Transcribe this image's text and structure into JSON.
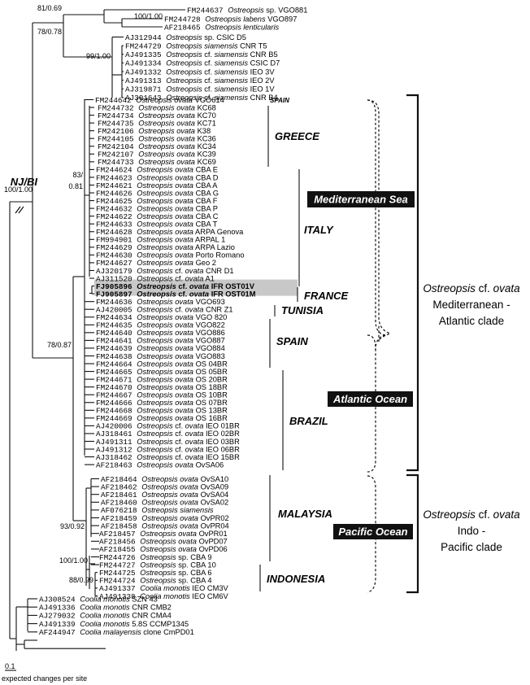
{
  "root_label": "NJ/BI",
  "supports": [
    {
      "id": "s1",
      "text": "81/0.69"
    },
    {
      "id": "s2",
      "text": "100/1.00"
    },
    {
      "id": "s3",
      "text": "78/0.78"
    },
    {
      "id": "s4",
      "text": "99/1.00"
    },
    {
      "id": "s5a",
      "text": "83/"
    },
    {
      "id": "s5b",
      "text": "0.81"
    },
    {
      "id": "s6",
      "text": "100/1.00"
    },
    {
      "id": "s7",
      "text": "78/0.87"
    },
    {
      "id": "s8",
      "text": "93/0.92"
    },
    {
      "id": "s9",
      "text": "100/1.00"
    },
    {
      "id": "s10",
      "text": "88/0.99"
    }
  ],
  "leaves": [
    {
      "acc": "FM244637",
      "sp": "Ostreopsis",
      "rest": " sp. VGO881"
    },
    {
      "acc": "FM244728",
      "sp": "Ostreopsis labens",
      "rest": " VGO897"
    },
    {
      "acc": "AF218465",
      "sp": "Ostreopsis lenticularis",
      "rest": ""
    },
    {
      "acc": "AJ312944",
      "sp": "Ostreopsis",
      "rest": " sp. CSIC D5"
    },
    {
      "acc": "FM244729",
      "sp": "Ostreopsis siamensis",
      "rest": " CNR T5"
    },
    {
      "acc": "AJ491335",
      "sp": "Ostreopsis",
      "rest": " cf. ",
      "sp2": "siamensis",
      "rest2": " CNR B5"
    },
    {
      "acc": "AJ491334",
      "sp": "Ostreopsis",
      "rest": " cf. ",
      "sp2": "siamensis",
      "rest2": " CSIC D7"
    },
    {
      "acc": "AJ491332",
      "sp": "Ostreopsis",
      "rest": " cf. ",
      "sp2": "siamensis",
      "rest2": " IEO 3V"
    },
    {
      "acc": "AJ491313",
      "sp": "Ostreopsis",
      "rest": " cf. ",
      "sp2": "siamensis",
      "rest2": " IEO 2V"
    },
    {
      "acc": "AJ319871",
      "sp": "Ostreopsis",
      "rest": " cf. ",
      "sp2": "siamensis",
      "rest2": " IEO 1V"
    },
    {
      "acc": "AJ301643",
      "sp": "Ostreopsis",
      "rest": " cf. ",
      "sp2": "siamensis",
      "rest2": " CNR B4"
    },
    {
      "acc": "FM244642",
      "sp": "Ostreopsis ovata",
      "rest": " VGO614"
    },
    {
      "acc": "FM244732",
      "sp": "Ostreopsis ovata",
      "rest": " KC68"
    },
    {
      "acc": "FM244734",
      "sp": "Ostreopsis ovata",
      "rest": " KC70"
    },
    {
      "acc": "FM244735",
      "sp": "Ostreopsis ovata",
      "rest": " KC71"
    },
    {
      "acc": "FM242106",
      "sp": "Ostreopsis ovata",
      "rest": " K38"
    },
    {
      "acc": "FM244105",
      "sp": "Ostreopsis ovata",
      "rest": " KC36"
    },
    {
      "acc": "FM242104",
      "sp": "Ostreopsis ovata",
      "rest": " KC34"
    },
    {
      "acc": "FM242107",
      "sp": "Ostreopsis ovata",
      "rest": " KC39"
    },
    {
      "acc": "FM244733",
      "sp": "Ostreopsis ovata",
      "rest": " KC69"
    },
    {
      "acc": "FM244624",
      "sp": "Ostreopsis ovata",
      "rest": " CBA E"
    },
    {
      "acc": "FM244623",
      "sp": "Ostreopsis ovata",
      "rest": " CBA D"
    },
    {
      "acc": "FM244621",
      "sp": "Ostreopsis ovata",
      "rest": " CBA A"
    },
    {
      "acc": "FM244626",
      "sp": "Ostreopsis ovata",
      "rest": " CBA G"
    },
    {
      "acc": "FM244625",
      "sp": "Ostreopsis ovata",
      "rest": " CBA F"
    },
    {
      "acc": "FM244632",
      "sp": "Ostreopsis ovata",
      "rest": " CBA P"
    },
    {
      "acc": "FM244622",
      "sp": "Ostreopsis ovata",
      "rest": " CBA C"
    },
    {
      "acc": "FM244633",
      "sp": "Ostreopsis ovata",
      "rest": " CBA T"
    },
    {
      "acc": "FM244628",
      "sp": "Ostreopsis ovata",
      "rest": " ARPA Genova"
    },
    {
      "acc": "FM994901",
      "sp": "Ostreopsis ovata",
      "rest": " ARPAL 1"
    },
    {
      "acc": "FM244629",
      "sp": "Ostreopsis ovata",
      "rest": " ARPA Lazio"
    },
    {
      "acc": "FM244630",
      "sp": "Ostreopsis ovata",
      "rest": " Porto Romano"
    },
    {
      "acc": "FM244627",
      "sp": "Ostreopsis ovata",
      "rest": " Geo 2"
    },
    {
      "acc": "AJ320179",
      "sp": "Ostreopsis",
      "rest": " cf. ",
      "sp2": "ovata",
      "rest2": " CNR D1"
    },
    {
      "acc": "AJ311520",
      "sp": "Ostreopsis",
      "rest": " cf. ",
      "sp2": "ovata",
      "rest2": " A1"
    },
    {
      "acc": "FJ905896",
      "sp": "Ostreopsis",
      "rest": " cf. ",
      "sp2": "ovata",
      "rest2": " IFR OST01V",
      "hl": true
    },
    {
      "acc": "FJ905897",
      "sp": "Ostreopsis",
      "rest": " cf. ",
      "sp2": "ovata",
      "rest2": " IFR OST01M",
      "hl": true
    },
    {
      "acc": "FM244636",
      "sp": "Ostreopsis ovata",
      "rest": " VGO693"
    },
    {
      "acc": "AJ420005",
      "sp": "Ostreopsis",
      "rest": " cf. ",
      "sp2": "ovata",
      "rest2": " CNR Z1"
    },
    {
      "acc": "FM244634",
      "sp": "Ostreopsis ovata",
      "rest": " VGO 820"
    },
    {
      "acc": "FM244635",
      "sp": "Ostreopsis ovata",
      "rest": " VGO822"
    },
    {
      "acc": "FM244640",
      "sp": "Ostreopsis ovata",
      "rest": " VGO886"
    },
    {
      "acc": "FM244641",
      "sp": "Ostreopsis ovata",
      "rest": " VGO887"
    },
    {
      "acc": "FM244639",
      "sp": "Ostreopsis ovata",
      "rest": " VGO884"
    },
    {
      "acc": "FM244638",
      "sp": "Ostreopsis ovata",
      "rest": " VGO883"
    },
    {
      "acc": "FM244664",
      "sp": "Ostreopsis ovata",
      "rest": " OS 04BR"
    },
    {
      "acc": "FM244665",
      "sp": "Ostreopsis ovata",
      "rest": " OS 05BR"
    },
    {
      "acc": "FM244671",
      "sp": "Ostreopsis ovata",
      "rest": " OS 20BR"
    },
    {
      "acc": "FM244670",
      "sp": "Ostreopsis ovata",
      "rest": " OS 18BR"
    },
    {
      "acc": "FM244667",
      "sp": "Ostreopsis ovata",
      "rest": " OS 10BR"
    },
    {
      "acc": "FM244666",
      "sp": "Ostreopsis ovata",
      "rest": " OS 07BR"
    },
    {
      "acc": "FM244668",
      "sp": "Ostreopsis ovata",
      "rest": " OS 13BR"
    },
    {
      "acc": "FM244669",
      "sp": "Ostreopsis ovata",
      "rest": " OS 16BR"
    },
    {
      "acc": "AJ420006",
      "sp": "Ostreopsis",
      "rest": " cf. ",
      "sp2": "ovata",
      "rest2": " IEO 01BR"
    },
    {
      "acc": "AJ318461",
      "sp": "Ostreopsis",
      "rest": " cf. ",
      "sp2": "ovata",
      "rest2": " IEO 02BR"
    },
    {
      "acc": "AJ491311",
      "sp": "Ostreopsis",
      "rest": " cf. ",
      "sp2": "ovata",
      "rest2": " IEO 03BR"
    },
    {
      "acc": "AJ491312",
      "sp": "Ostreopsis",
      "rest": " cf. ",
      "sp2": "ovata",
      "rest2": " IEO 06BR"
    },
    {
      "acc": "AJ318462",
      "sp": "Ostreopsis",
      "rest": " cf. ",
      "sp2": "ovata",
      "rest2": " IEO 15BR"
    },
    {
      "acc": "AF218463",
      "sp": "Ostreopsis ovata",
      "rest": " OvSA06"
    },
    {
      "acc": "AF218464",
      "sp": "Ostreopsis ovata",
      "rest": " OvSA10"
    },
    {
      "acc": "AF218462",
      "sp": "Ostreopsis ovata",
      "rest": " OvSA09"
    },
    {
      "acc": "AF218461",
      "sp": "Ostreopsis ovata",
      "rest": " OvSA04"
    },
    {
      "acc": "AF218460",
      "sp": "Ostreopsis ovata",
      "rest": " OvSA02"
    },
    {
      "acc": "AF076218",
      "sp": "Ostreopsis siamensis",
      "rest": ""
    },
    {
      "acc": "AF218459",
      "sp": "Ostreopsis ovata",
      "rest": " OvPR02"
    },
    {
      "acc": "AF218458",
      "sp": "Ostreopsis ovata",
      "rest": " OvPR04"
    },
    {
      "acc": "AF218457",
      "sp": "Ostreopsis ovata",
      "rest": " OvPR01"
    },
    {
      "acc": "AF218456",
      "sp": "Ostreopsis ovata",
      "rest": " OvPD07"
    },
    {
      "acc": "AF218455",
      "sp": "Ostreopsis ovata",
      "rest": " OvPD06"
    },
    {
      "acc": "FM244726",
      "sp": "Ostreopsis",
      "rest": " sp. CBA 9"
    },
    {
      "acc": "FM244727",
      "sp": "Ostreopsis",
      "rest": " sp. CBA 10"
    },
    {
      "acc": "FM244725",
      "sp": "Ostreopsis",
      "rest": " sp. CBA 6"
    },
    {
      "acc": "FM244724",
      "sp": "Ostreopsis",
      "rest": " sp. CBA 4"
    },
    {
      "acc": "AJ491337",
      "sp": "Coolia monotis",
      "rest": " IEO CM3V"
    },
    {
      "acc": "AJ491338",
      "sp": "Coolia monotis",
      "rest": " IEO CM6V"
    },
    {
      "acc": "AJ308524",
      "sp": "Coolia monotis",
      "rest": " SZN 43"
    },
    {
      "acc": "AJ491336",
      "sp": "Coolia monotis",
      "rest": " CNR CMB2"
    },
    {
      "acc": "AJ279032",
      "sp": "Coolia monotis",
      "rest": " CNR CMA4"
    },
    {
      "acc": "AJ491339",
      "sp": "Coolia monotis",
      "rest": " 5.8S CCMP1345"
    },
    {
      "acc": "AF244947",
      "sp": "Coolia malayensis",
      "rest": " clone CmPD01"
    }
  ],
  "regions": {
    "spain_small": "SPAIN",
    "greece": "GREECE",
    "italy": "ITALY",
    "france": "FRANCE",
    "tunisia": "TUNISIA",
    "spain": "SPAIN",
    "brazil": "BRAZIL",
    "malaysia": "MALAYSIA",
    "indonesia": "INDONESIA"
  },
  "seas": {
    "med": "Mediterranean Sea",
    "atl": "Atlantic Ocean",
    "pac": "Pacific Ocean"
  },
  "clade1": {
    "l1": "Ostreopsis",
    "l1b": " cf. ",
    "l1c": "ovata",
    "l2": "Mediterranean -",
    "l3": "Atlantic clade"
  },
  "clade2": {
    "l1": "Ostreopsis",
    "l1b": " cf. ",
    "l1c": "ovata",
    "l2": "Indo -",
    "l3": "Pacific clade"
  },
  "scale": {
    "value": "0.1",
    "label": "expected changes per site"
  },
  "colors": {
    "line": "#111111",
    "highlight": "#c8c8c8",
    "box": "#111111"
  }
}
